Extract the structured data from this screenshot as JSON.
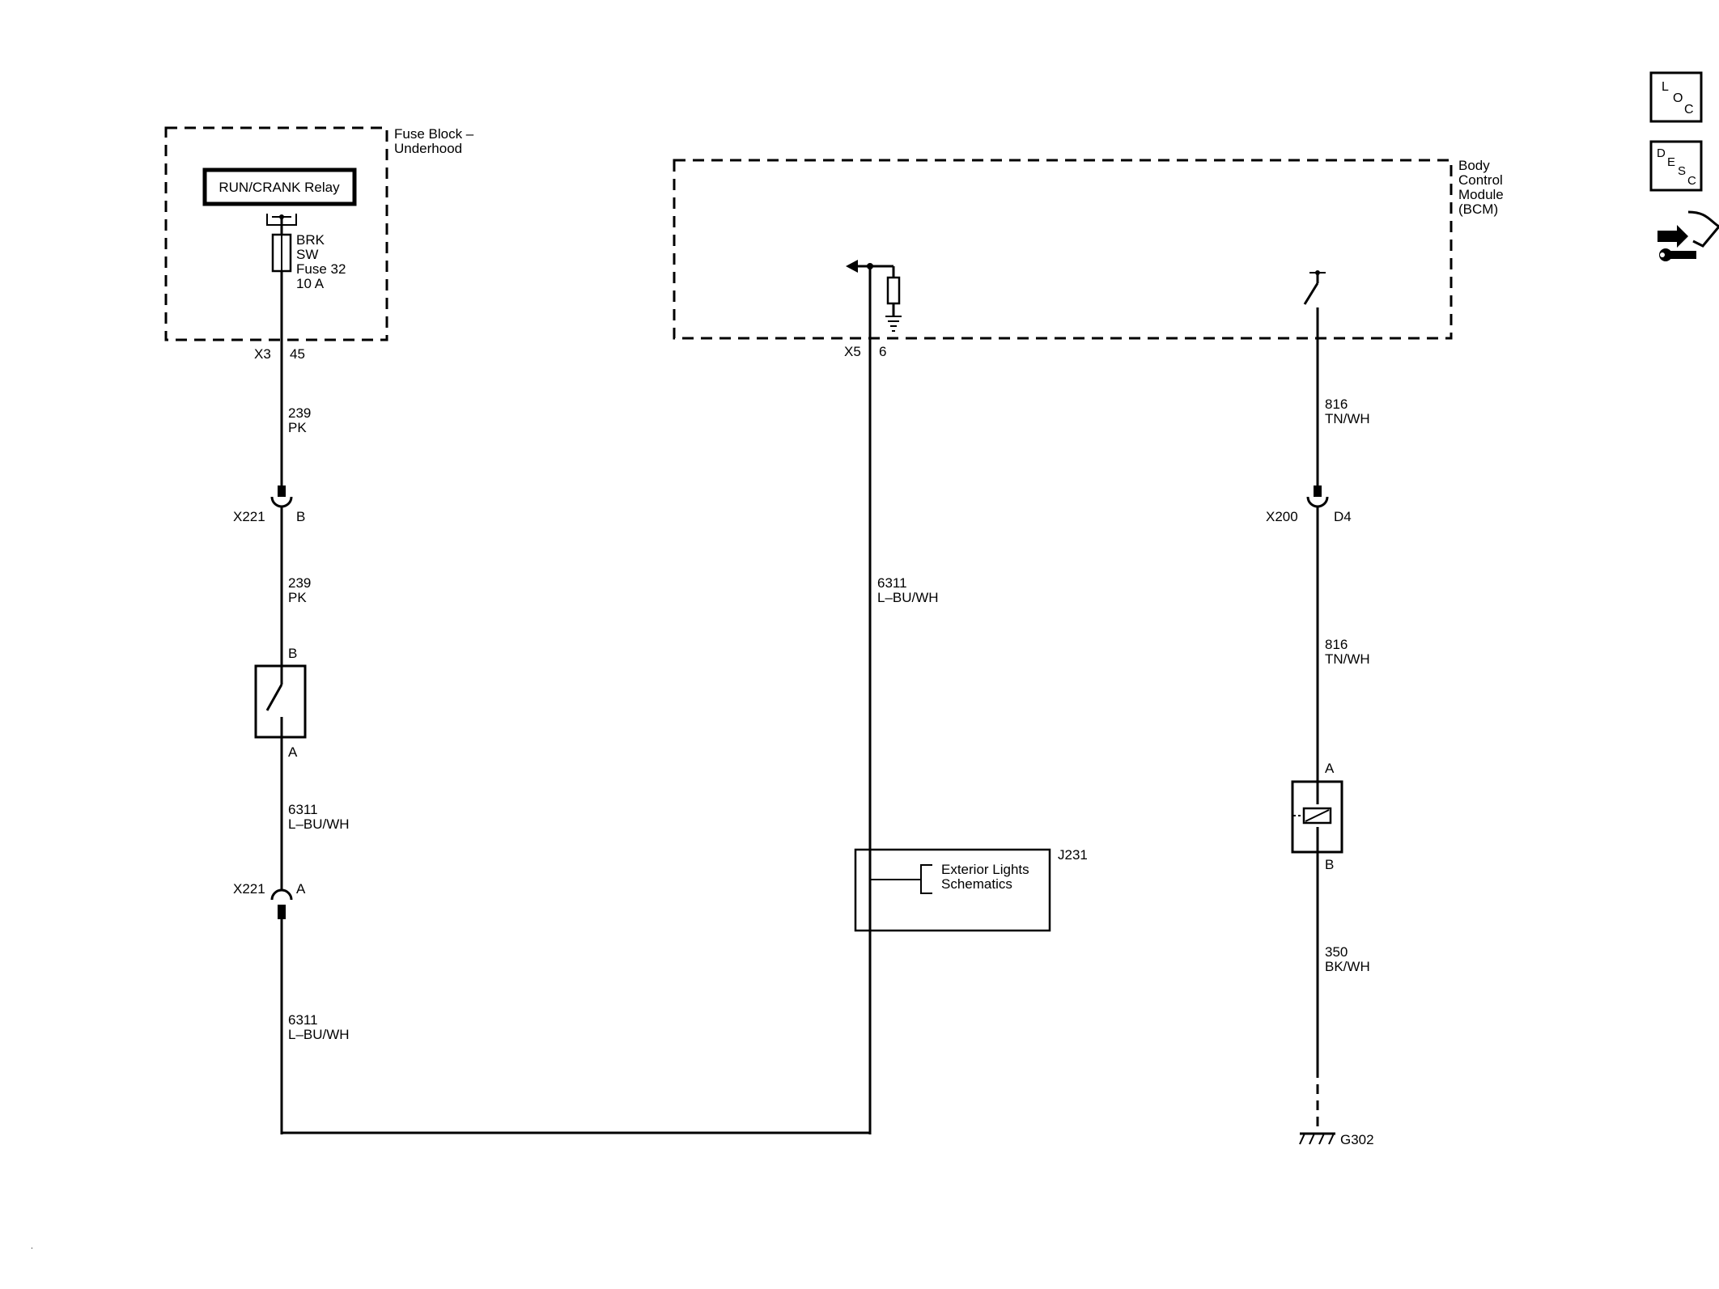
{
  "fuse_block": {
    "title_line1": "Fuse Block –",
    "title_line2": "Underhood"
  },
  "relay": {
    "label": "RUN/CRANK Relay"
  },
  "fuse": {
    "line1": "BRK",
    "line2": "SW",
    "line3": "Fuse 32",
    "line4": "10 A"
  },
  "bcm": {
    "line1": "Body",
    "line2": "Control",
    "line3": "Module",
    "line4": "(BCM)"
  },
  "connectors": {
    "x3": "X3",
    "x3_pin": "45",
    "x5": "X5",
    "x5_pin": "6",
    "x221_b": "X221",
    "x221_b_pin": "B",
    "x221_a": "X221",
    "x221_a_pin": "A",
    "x200": "X200",
    "x200_pin": "D4"
  },
  "wires": {
    "w239_1_num": "239",
    "w239_1_color": "PK",
    "w239_2_num": "239",
    "w239_2_color": "PK",
    "w6311_1_num": "6311",
    "w6311_1_color": "L–BU/WH",
    "w6311_2_num": "6311",
    "w6311_2_color": "L–BU/WH",
    "w6311_3_num": "6311",
    "w6311_3_color": "L–BU/WH",
    "w816_1_num": "816",
    "w816_1_color": "TN/WH",
    "w816_2_num": "816",
    "w816_2_color": "TN/WH",
    "w350_num": "350",
    "w350_color": "BK/WH"
  },
  "switch": {
    "pin_top": "B",
    "pin_bottom": "A"
  },
  "diode_comp": {
    "pin_top": "A",
    "pin_bottom": "B"
  },
  "splice": {
    "id": "J231",
    "line1": "Exterior Lights",
    "line2": "Schematics"
  },
  "ground": {
    "id": "G302"
  },
  "side_icons": {
    "loc": {
      "big": "L",
      "mid": "O",
      "small": "C"
    },
    "desc": {
      "big": "D",
      "mid": "E",
      "small1": "S",
      "small2": "C"
    },
    "connector_icon": "connector-wrench-icon"
  },
  "colors": {
    "ink": "#000000",
    "background": "#ffffff"
  }
}
